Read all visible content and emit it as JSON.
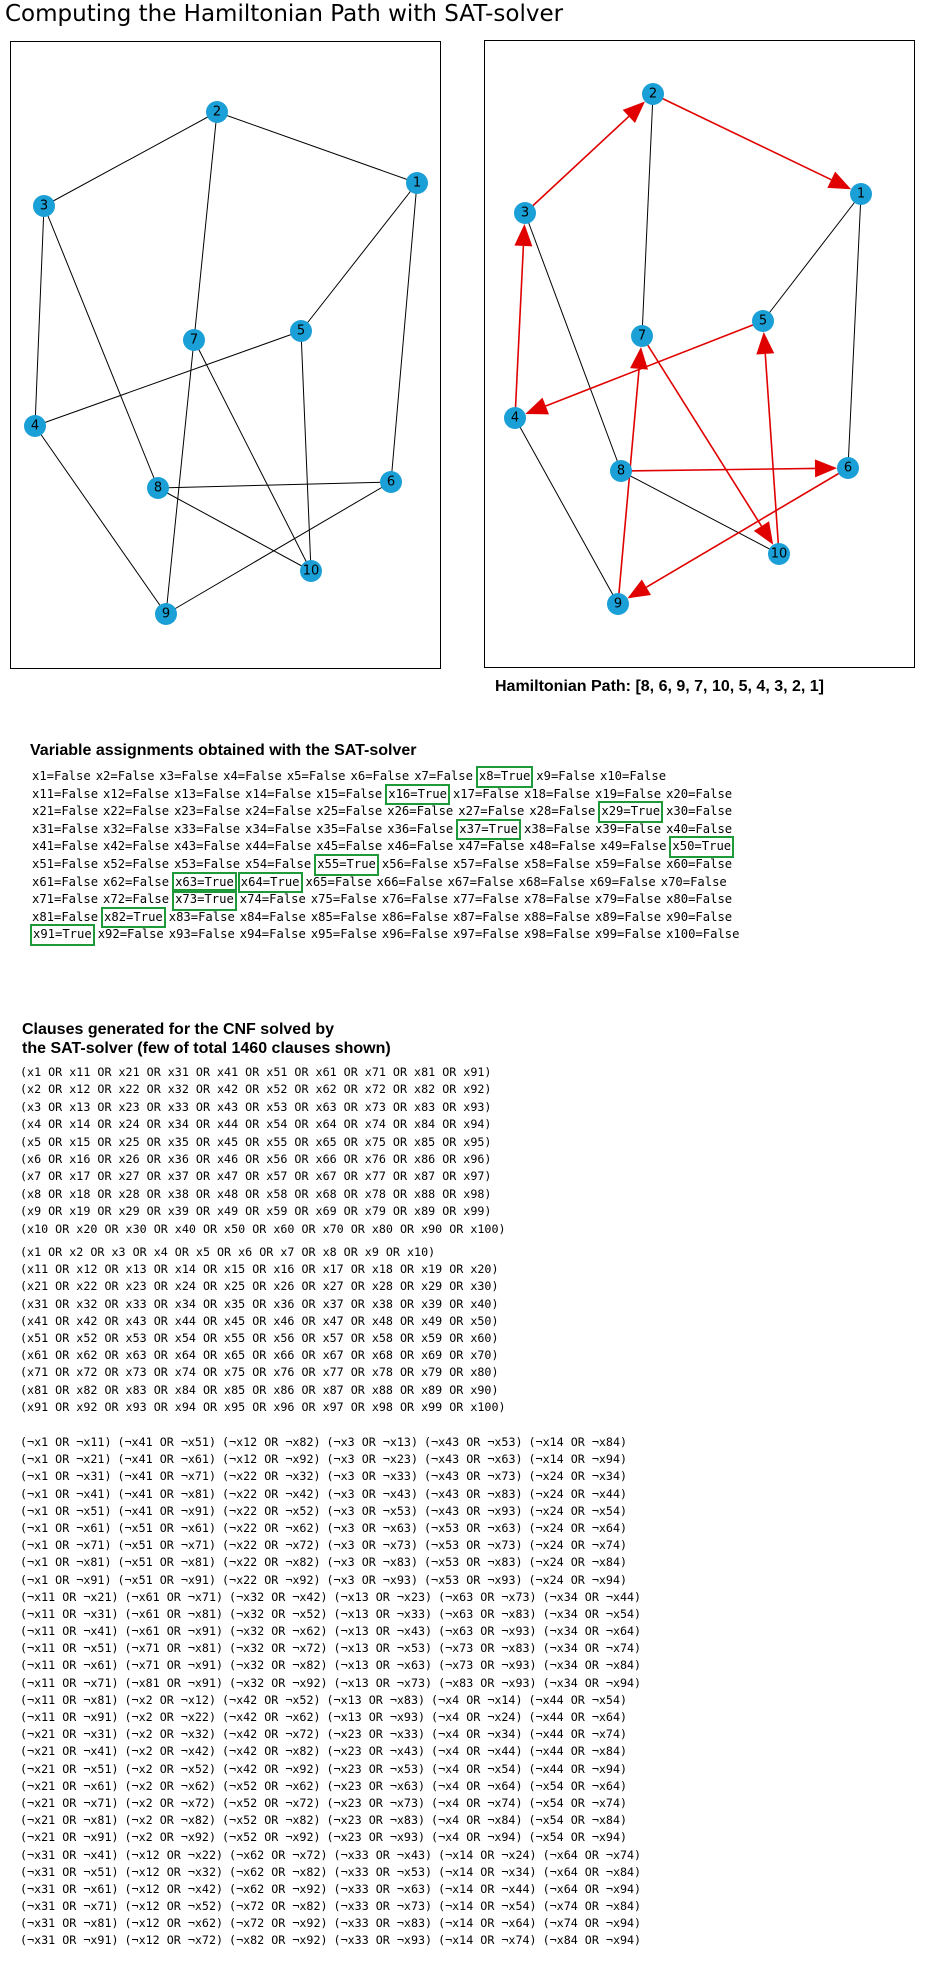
{
  "title": "Computing the Hamiltonian Path with SAT-solver",
  "graph": {
    "nodes": [
      "1",
      "2",
      "3",
      "4",
      "5",
      "6",
      "7",
      "8",
      "9",
      "10"
    ],
    "edges": [
      [
        "2",
        "3"
      ],
      [
        "2",
        "1"
      ],
      [
        "2",
        "7"
      ],
      [
        "1",
        "5"
      ],
      [
        "1",
        "6"
      ],
      [
        "3",
        "4"
      ],
      [
        "3",
        "8"
      ],
      [
        "4",
        "5"
      ],
      [
        "4",
        "9"
      ],
      [
        "7",
        "9"
      ],
      [
        "7",
        "10"
      ],
      [
        "5",
        "10"
      ],
      [
        "8",
        "6"
      ],
      [
        "8",
        "10"
      ],
      [
        "6",
        "9"
      ]
    ],
    "node_color": "#1a9fd6",
    "edge_color": "#000000",
    "path_color": "#e00000",
    "path_edges": [
      [
        "8",
        "6"
      ],
      [
        "6",
        "9"
      ],
      [
        "9",
        "7"
      ],
      [
        "7",
        "10"
      ],
      [
        "10",
        "5"
      ],
      [
        "5",
        "4"
      ],
      [
        "4",
        "3"
      ],
      [
        "3",
        "2"
      ],
      [
        "2",
        "1"
      ]
    ]
  },
  "path_caption": "Hamiltonian Path: [8, 6, 9, 7, 10, 5, 4, 3, 2, 1]",
  "assignments": {
    "heading": "Variable assignments obtained with the SAT-solver",
    "highlight_color": "#1f9a3a",
    "values": [
      "False",
      "False",
      "False",
      "False",
      "False",
      "False",
      "False",
      "True",
      "False",
      "False",
      "False",
      "False",
      "False",
      "False",
      "False",
      "True",
      "False",
      "False",
      "False",
      "False",
      "False",
      "False",
      "False",
      "False",
      "False",
      "False",
      "False",
      "False",
      "True",
      "False",
      "False",
      "False",
      "False",
      "False",
      "False",
      "False",
      "True",
      "False",
      "False",
      "False",
      "False",
      "False",
      "False",
      "False",
      "False",
      "False",
      "False",
      "False",
      "False",
      "True",
      "False",
      "False",
      "False",
      "False",
      "True",
      "False",
      "False",
      "False",
      "False",
      "False",
      "False",
      "False",
      "True",
      "True",
      "False",
      "False",
      "False",
      "False",
      "False",
      "False",
      "False",
      "False",
      "True",
      "False",
      "False",
      "False",
      "False",
      "False",
      "False",
      "False",
      "False",
      "True",
      "False",
      "False",
      "False",
      "False",
      "False",
      "False",
      "False",
      "False",
      "True",
      "False",
      "False",
      "False",
      "False",
      "False",
      "False",
      "False",
      "False",
      "False"
    ]
  },
  "clauses": {
    "heading_line1": "Clauses generated for the CNF solved by",
    "heading_line2": "the SAT-solver (few of total 1460 clauses shown)",
    "group_a": [
      "(x1 OR x11 OR x21 OR x31 OR x41 OR x51 OR x61 OR x71 OR x81 OR x91)",
      "(x2 OR x12 OR x22 OR x32 OR x42 OR x52 OR x62 OR x72 OR x82 OR x92)",
      "(x3 OR x13 OR x23 OR x33 OR x43 OR x53 OR x63 OR x73 OR x83 OR x93)",
      "(x4 OR x14 OR x24 OR x34 OR x44 OR x54 OR x64 OR x74 OR x84 OR x94)",
      "(x5 OR x15 OR x25 OR x35 OR x45 OR x55 OR x65 OR x75 OR x85 OR x95)",
      "(x6 OR x16 OR x26 OR x36 OR x46 OR x56 OR x66 OR x76 OR x86 OR x96)",
      "(x7 OR x17 OR x27 OR x37 OR x47 OR x57 OR x67 OR x77 OR x87 OR x97)",
      "(x8 OR x18 OR x28 OR x38 OR x48 OR x58 OR x68 OR x78 OR x88 OR x98)",
      "(x9 OR x19 OR x29 OR x39 OR x49 OR x59 OR x69 OR x79 OR x89 OR x99)",
      "(x10 OR x20 OR x30 OR x40 OR x50 OR x60 OR x70 OR x80 OR x90 OR x100)"
    ],
    "group_b": [
      "(x1 OR x2 OR x3 OR x4 OR x5 OR x6 OR x7 OR x8 OR x9 OR x10)",
      "(x11 OR x12 OR x13 OR x14 OR x15 OR x16 OR x17 OR x18 OR x19 OR x20)",
      "(x21 OR x22 OR x23 OR x24 OR x25 OR x26 OR x27 OR x28 OR x29 OR x30)",
      "(x31 OR x32 OR x33 OR x34 OR x35 OR x36 OR x37 OR x38 OR x39 OR x40)",
      "(x41 OR x42 OR x43 OR x44 OR x45 OR x46 OR x47 OR x48 OR x49 OR x50)",
      "(x51 OR x52 OR x53 OR x54 OR x55 OR x56 OR x57 OR x58 OR x59 OR x60)",
      "(x61 OR x62 OR x63 OR x64 OR x65 OR x66 OR x67 OR x68 OR x69 OR x70)",
      "(x71 OR x72 OR x73 OR x74 OR x75 OR x76 OR x77 OR x78 OR x79 OR x80)",
      "(x81 OR x82 OR x83 OR x84 OR x85 OR x86 OR x87 OR x88 OR x89 OR x90)",
      "(x91 OR x92 OR x93 OR x94 OR x95 OR x96 OR x97 OR x98 OR x99 OR x100)"
    ],
    "group_c": [
      [
        "(¬x1 OR ¬x11)",
        "(¬x41 OR ¬x51)",
        "(¬x12 OR ¬x82)",
        "(¬x3 OR ¬x13)",
        "(¬x43 OR ¬x53)",
        "(¬x14 OR ¬x84)"
      ],
      [
        "(¬x1 OR ¬x21)",
        "(¬x41 OR ¬x61)",
        "(¬x12 OR ¬x92)",
        "(¬x3 OR ¬x23)",
        "(¬x43 OR ¬x63)",
        "(¬x14 OR ¬x94)"
      ],
      [
        "(¬x1 OR ¬x31)",
        "(¬x41 OR ¬x71)",
        "(¬x22 OR ¬x32)",
        "(¬x3 OR ¬x33)",
        "(¬x43 OR ¬x73)",
        "(¬x24 OR ¬x34)"
      ],
      [
        "(¬x1 OR ¬x41)",
        "(¬x41 OR ¬x81)",
        "(¬x22 OR ¬x42)",
        "(¬x3 OR ¬x43)",
        "(¬x43 OR ¬x83)",
        "(¬x24 OR ¬x44)"
      ],
      [
        "(¬x1 OR ¬x51)",
        "(¬x41 OR ¬x91)",
        "(¬x22 OR ¬x52)",
        "(¬x3 OR ¬x53)",
        "(¬x43 OR ¬x93)",
        "(¬x24 OR ¬x54)"
      ],
      [
        "(¬x1 OR ¬x61)",
        "(¬x51 OR ¬x61)",
        "(¬x22 OR ¬x62)",
        "(¬x3 OR ¬x63)",
        "(¬x53 OR ¬x63)",
        "(¬x24 OR ¬x64)"
      ],
      [
        "(¬x1 OR ¬x71)",
        "(¬x51 OR ¬x71)",
        "(¬x22 OR ¬x72)",
        "(¬x3 OR ¬x73)",
        "(¬x53 OR ¬x73)",
        "(¬x24 OR ¬x74)"
      ],
      [
        "(¬x1 OR ¬x81)",
        "(¬x51 OR ¬x81)",
        "(¬x22 OR ¬x82)",
        "(¬x3 OR ¬x83)",
        "(¬x53 OR ¬x83)",
        "(¬x24 OR ¬x84)"
      ],
      [
        "(¬x1 OR ¬x91)",
        "(¬x51 OR ¬x91)",
        "(¬x22 OR ¬x92)",
        "(¬x3 OR ¬x93)",
        "(¬x53 OR ¬x93)",
        "(¬x24 OR ¬x94)"
      ],
      [
        "(¬x11 OR ¬x21)",
        "(¬x61 OR ¬x71)",
        "(¬x32 OR ¬x42)",
        "(¬x13 OR ¬x23)",
        "(¬x63 OR ¬x73)",
        "(¬x34 OR ¬x44)"
      ],
      [
        "(¬x11 OR ¬x31)",
        "(¬x61 OR ¬x81)",
        "(¬x32 OR ¬x52)",
        "(¬x13 OR ¬x33)",
        "(¬x63 OR ¬x83)",
        "(¬x34 OR ¬x54)"
      ],
      [
        "(¬x11 OR ¬x41)",
        "(¬x61 OR ¬x91)",
        "(¬x32 OR ¬x62)",
        "(¬x13 OR ¬x43)",
        "(¬x63 OR ¬x93)",
        "(¬x34 OR ¬x64)"
      ],
      [
        "(¬x11 OR ¬x51)",
        "(¬x71 OR ¬x81)",
        "(¬x32 OR ¬x72)",
        "(¬x13 OR ¬x53)",
        "(¬x73 OR ¬x83)",
        "(¬x34 OR ¬x74)"
      ],
      [
        "(¬x11 OR ¬x61)",
        "(¬x71 OR ¬x91)",
        "(¬x32 OR ¬x82)",
        "(¬x13 OR ¬x63)",
        "(¬x73 OR ¬x93)",
        "(¬x34 OR ¬x84)"
      ],
      [
        "(¬x11 OR ¬x71)",
        "(¬x81 OR ¬x91)",
        "(¬x32 OR ¬x92)",
        "(¬x13 OR ¬x73)",
        "(¬x83 OR ¬x93)",
        "(¬x34 OR ¬x94)"
      ],
      [
        "(¬x11 OR ¬x81)",
        "(¬x2 OR ¬x12)",
        "(¬x42 OR ¬x52)",
        "(¬x13 OR ¬x83)",
        "(¬x4 OR ¬x14)",
        "(¬x44 OR ¬x54)"
      ],
      [
        "(¬x11 OR ¬x91)",
        "(¬x2 OR ¬x22)",
        "(¬x42 OR ¬x62)",
        "(¬x13 OR ¬x93)",
        "(¬x4 OR ¬x24)",
        "(¬x44 OR ¬x64)"
      ],
      [
        "(¬x21 OR ¬x31)",
        "(¬x2 OR ¬x32)",
        "(¬x42 OR ¬x72)",
        "(¬x23 OR ¬x33)",
        "(¬x4 OR ¬x34)",
        "(¬x44 OR ¬x74)"
      ],
      [
        "(¬x21 OR ¬x41)",
        "(¬x2 OR ¬x42)",
        "(¬x42 OR ¬x82)",
        "(¬x23 OR ¬x43)",
        "(¬x4 OR ¬x44)",
        "(¬x44 OR ¬x84)"
      ],
      [
        "(¬x21 OR ¬x51)",
        "(¬x2 OR ¬x52)",
        "(¬x42 OR ¬x92)",
        "(¬x23 OR ¬x53)",
        "(¬x4 OR ¬x54)",
        "(¬x44 OR ¬x94)"
      ],
      [
        "(¬x21 OR ¬x61)",
        "(¬x2 OR ¬x62)",
        "(¬x52 OR ¬x62)",
        "(¬x23 OR ¬x63)",
        "(¬x4 OR ¬x64)",
        "(¬x54 OR ¬x64)"
      ],
      [
        "(¬x21 OR ¬x71)",
        "(¬x2 OR ¬x72)",
        "(¬x52 OR ¬x72)",
        "(¬x23 OR ¬x73)",
        "(¬x4 OR ¬x74)",
        "(¬x54 OR ¬x74)"
      ],
      [
        "(¬x21 OR ¬x81)",
        "(¬x2 OR ¬x82)",
        "(¬x52 OR ¬x82)",
        "(¬x23 OR ¬x83)",
        "(¬x4 OR ¬x84)",
        "(¬x54 OR ¬x84)"
      ],
      [
        "(¬x21 OR ¬x91)",
        "(¬x2 OR ¬x92)",
        "(¬x52 OR ¬x92)",
        "(¬x23 OR ¬x93)",
        "(¬x4 OR ¬x94)",
        "(¬x54 OR ¬x94)"
      ],
      [
        "(¬x31 OR ¬x41)",
        "(¬x12 OR ¬x22)",
        "(¬x62 OR ¬x72)",
        "(¬x33 OR ¬x43)",
        "(¬x14 OR ¬x24)",
        "(¬x64 OR ¬x74)"
      ],
      [
        "(¬x31 OR ¬x51)",
        "(¬x12 OR ¬x32)",
        "(¬x62 OR ¬x82)",
        "(¬x33 OR ¬x53)",
        "(¬x14 OR ¬x34)",
        "(¬x64 OR ¬x84)"
      ],
      [
        "(¬x31 OR ¬x61)",
        "(¬x12 OR ¬x42)",
        "(¬x62 OR ¬x92)",
        "(¬x33 OR ¬x63)",
        "(¬x14 OR ¬x44)",
        "(¬x64 OR ¬x94)"
      ],
      [
        "(¬x31 OR ¬x71)",
        "(¬x12 OR ¬x52)",
        "(¬x72 OR ¬x82)",
        "(¬x33 OR ¬x73)",
        "(¬x14 OR ¬x54)",
        "(¬x74 OR ¬x84)"
      ],
      [
        "(¬x31 OR ¬x81)",
        "(¬x12 OR ¬x62)",
        "(¬x72 OR ¬x92)",
        "(¬x33 OR ¬x83)",
        "(¬x14 OR ¬x64)",
        "(¬x74 OR ¬x94)"
      ],
      [
        "(¬x31 OR ¬x91)",
        "(¬x12 OR ¬x72)",
        "(¬x82 OR ¬x92)",
        "(¬x33 OR ¬x93)",
        "(¬x14 OR ¬x74)",
        "(¬x84 OR ¬x94)"
      ]
    ]
  }
}
